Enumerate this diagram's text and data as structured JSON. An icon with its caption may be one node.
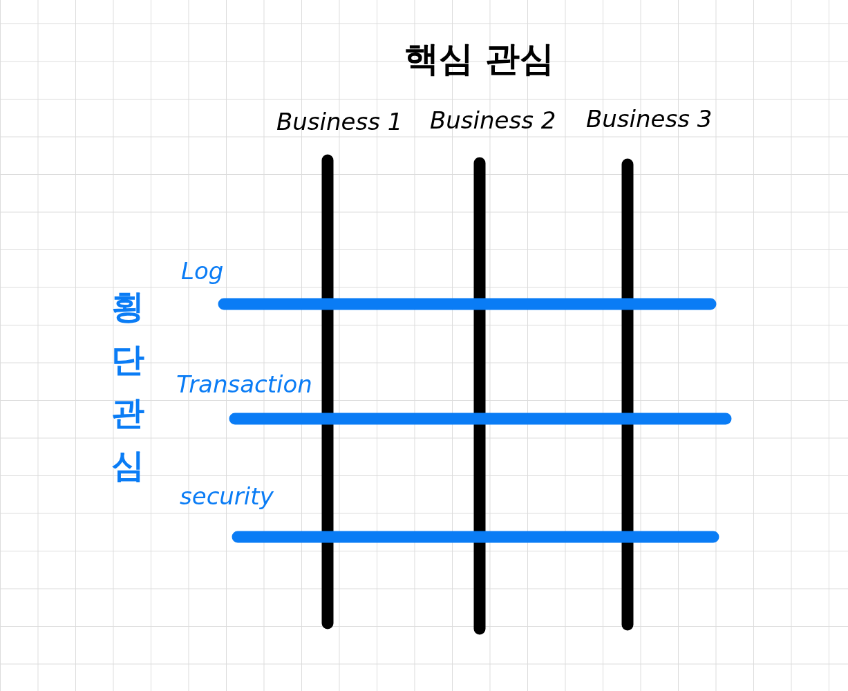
{
  "diagram": {
    "title": "핵심 관심",
    "labels": [
      "Business 1",
      "Business 2",
      "Business 3",
      "횡단 관심",
      "Log",
      "Transaction",
      "security"
    ]
  }
}
